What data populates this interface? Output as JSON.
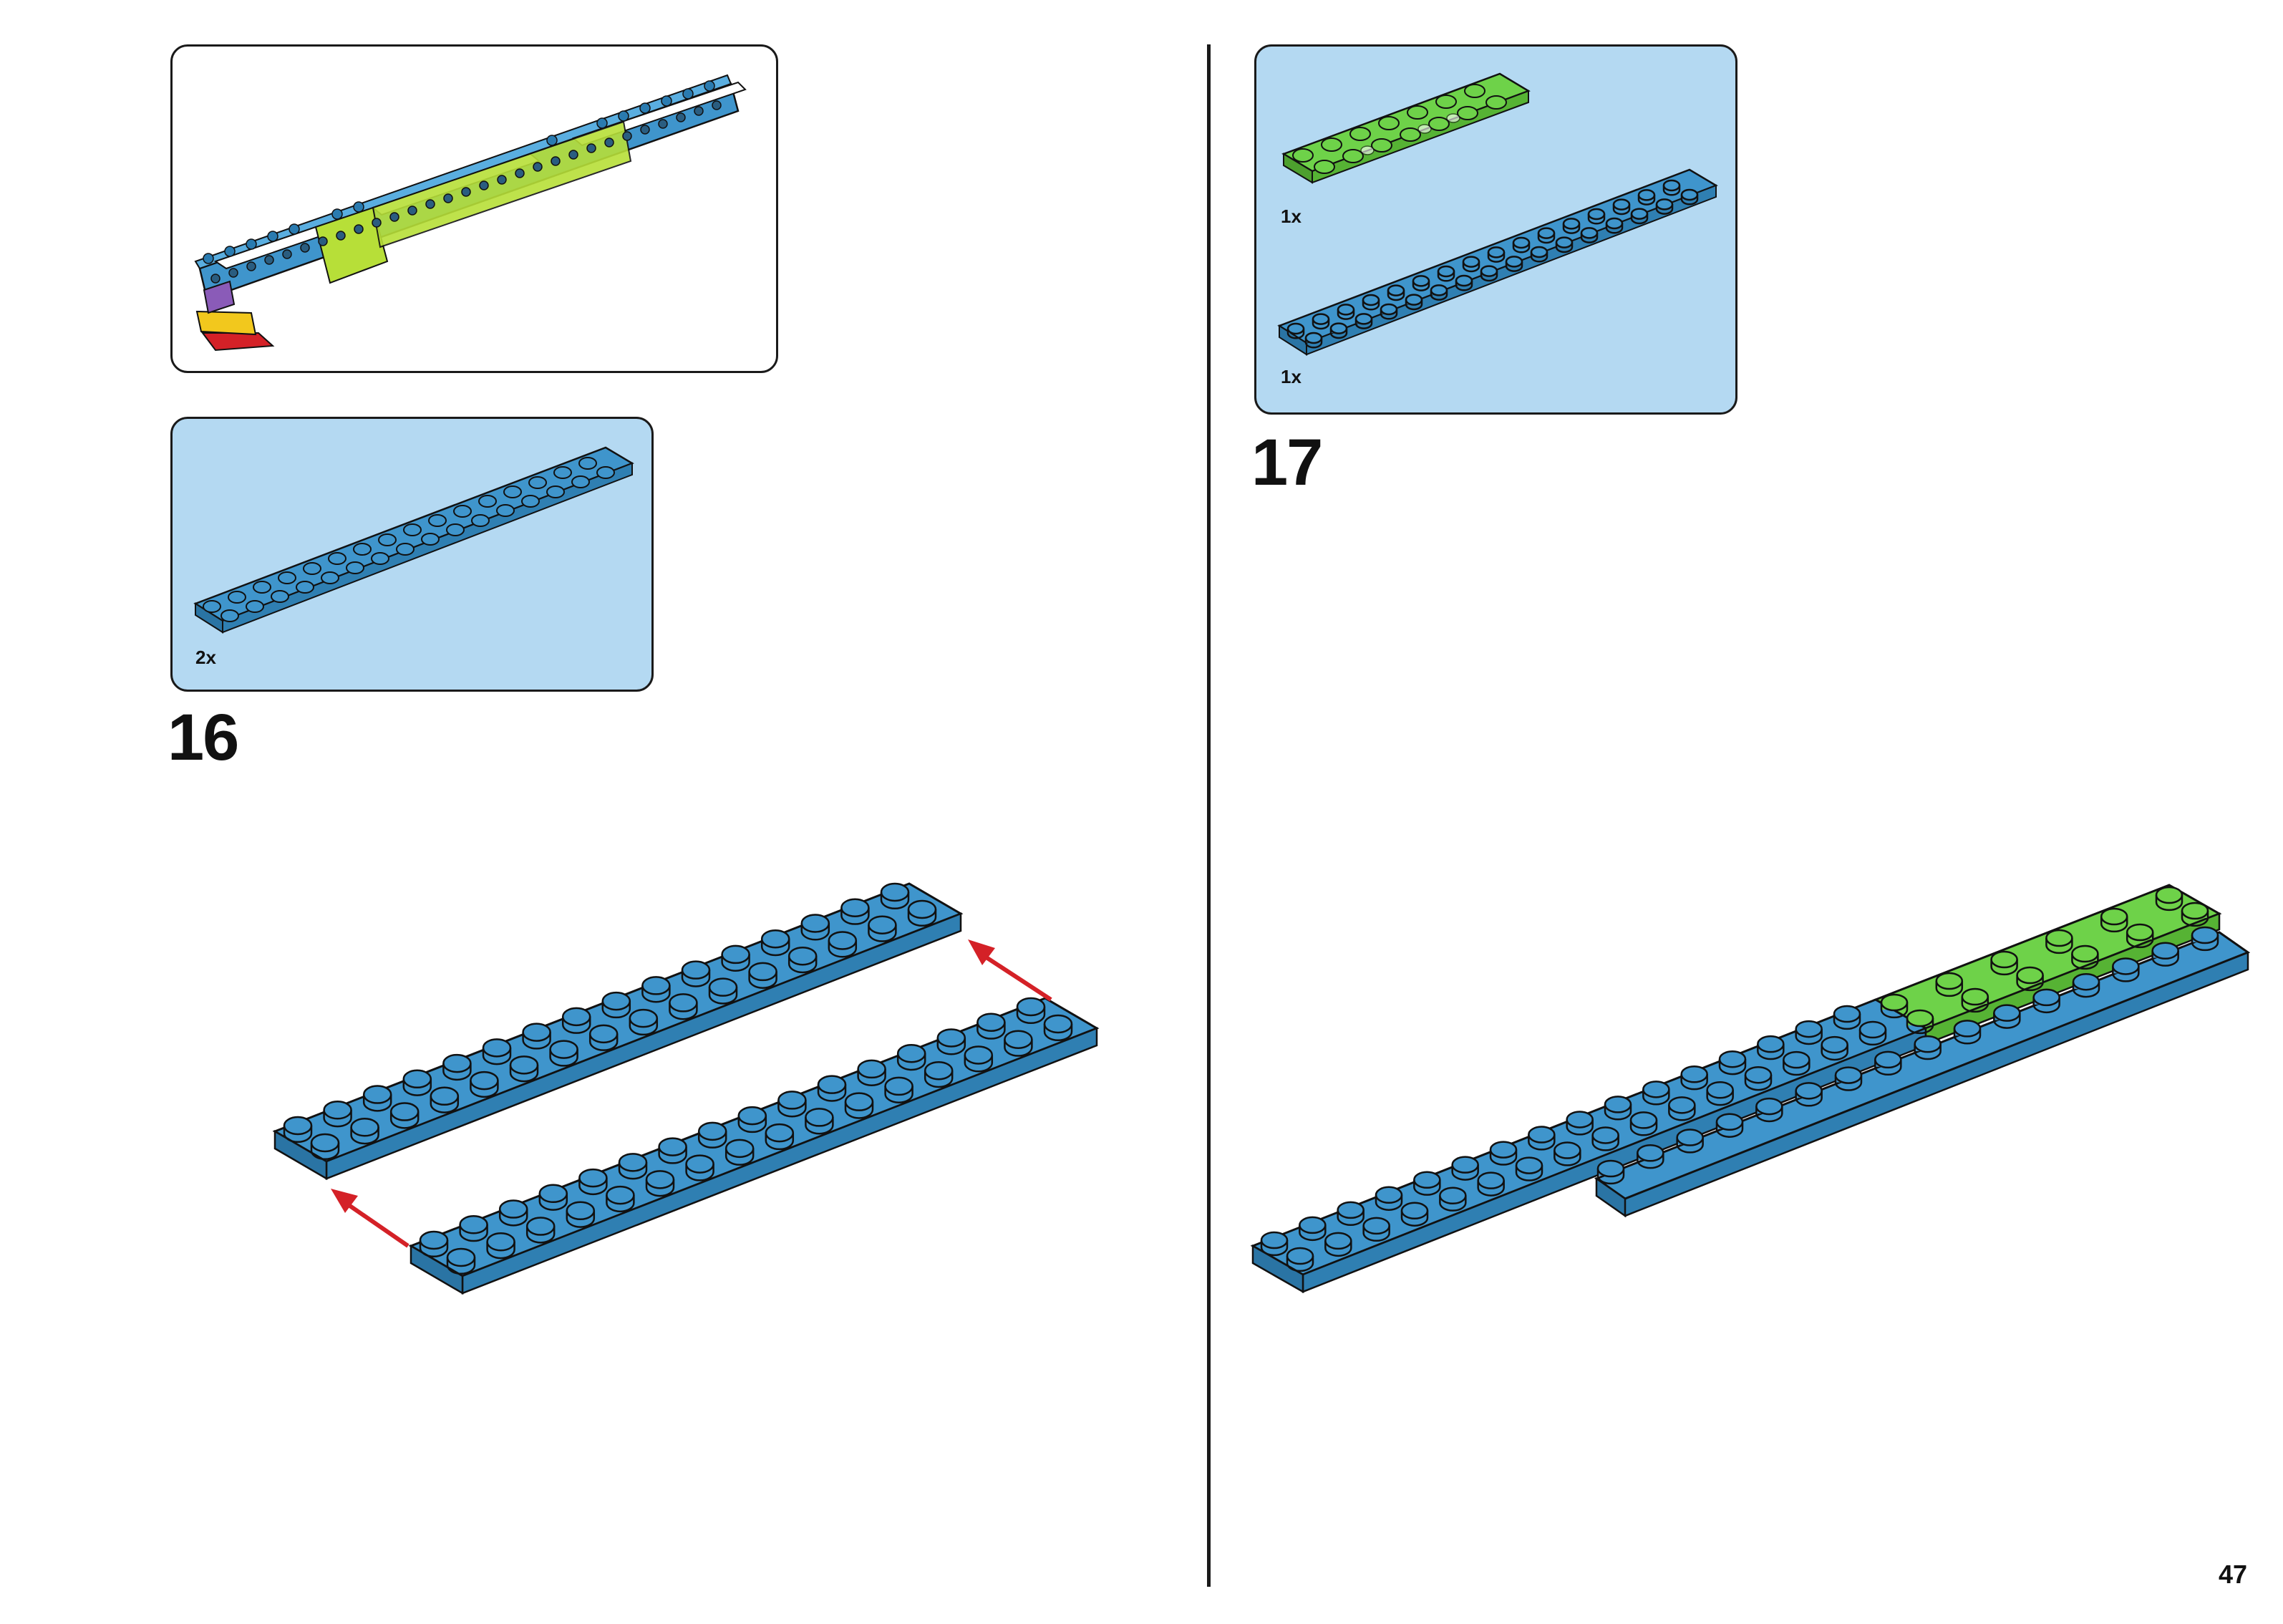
{
  "page": {
    "page_number": "47"
  },
  "steps": [
    {
      "number": "16",
      "parts": [
        {
          "qty": "2x",
          "part": "plate-2x16",
          "color": "#3f95cc"
        }
      ]
    },
    {
      "number": "17",
      "parts": [
        {
          "qty": "1x",
          "part": "plate-2x6",
          "color": "#6ed249"
        },
        {
          "qty": "1x",
          "part": "plate-2x16",
          "color": "#3f95cc"
        }
      ]
    }
  ],
  "colors": {
    "panel_blue": "#b4d9f2",
    "brick_blue": "#3f95cc",
    "brick_green": "#6ed249",
    "lime": "#b7df38",
    "arrow_red": "#d42127"
  }
}
